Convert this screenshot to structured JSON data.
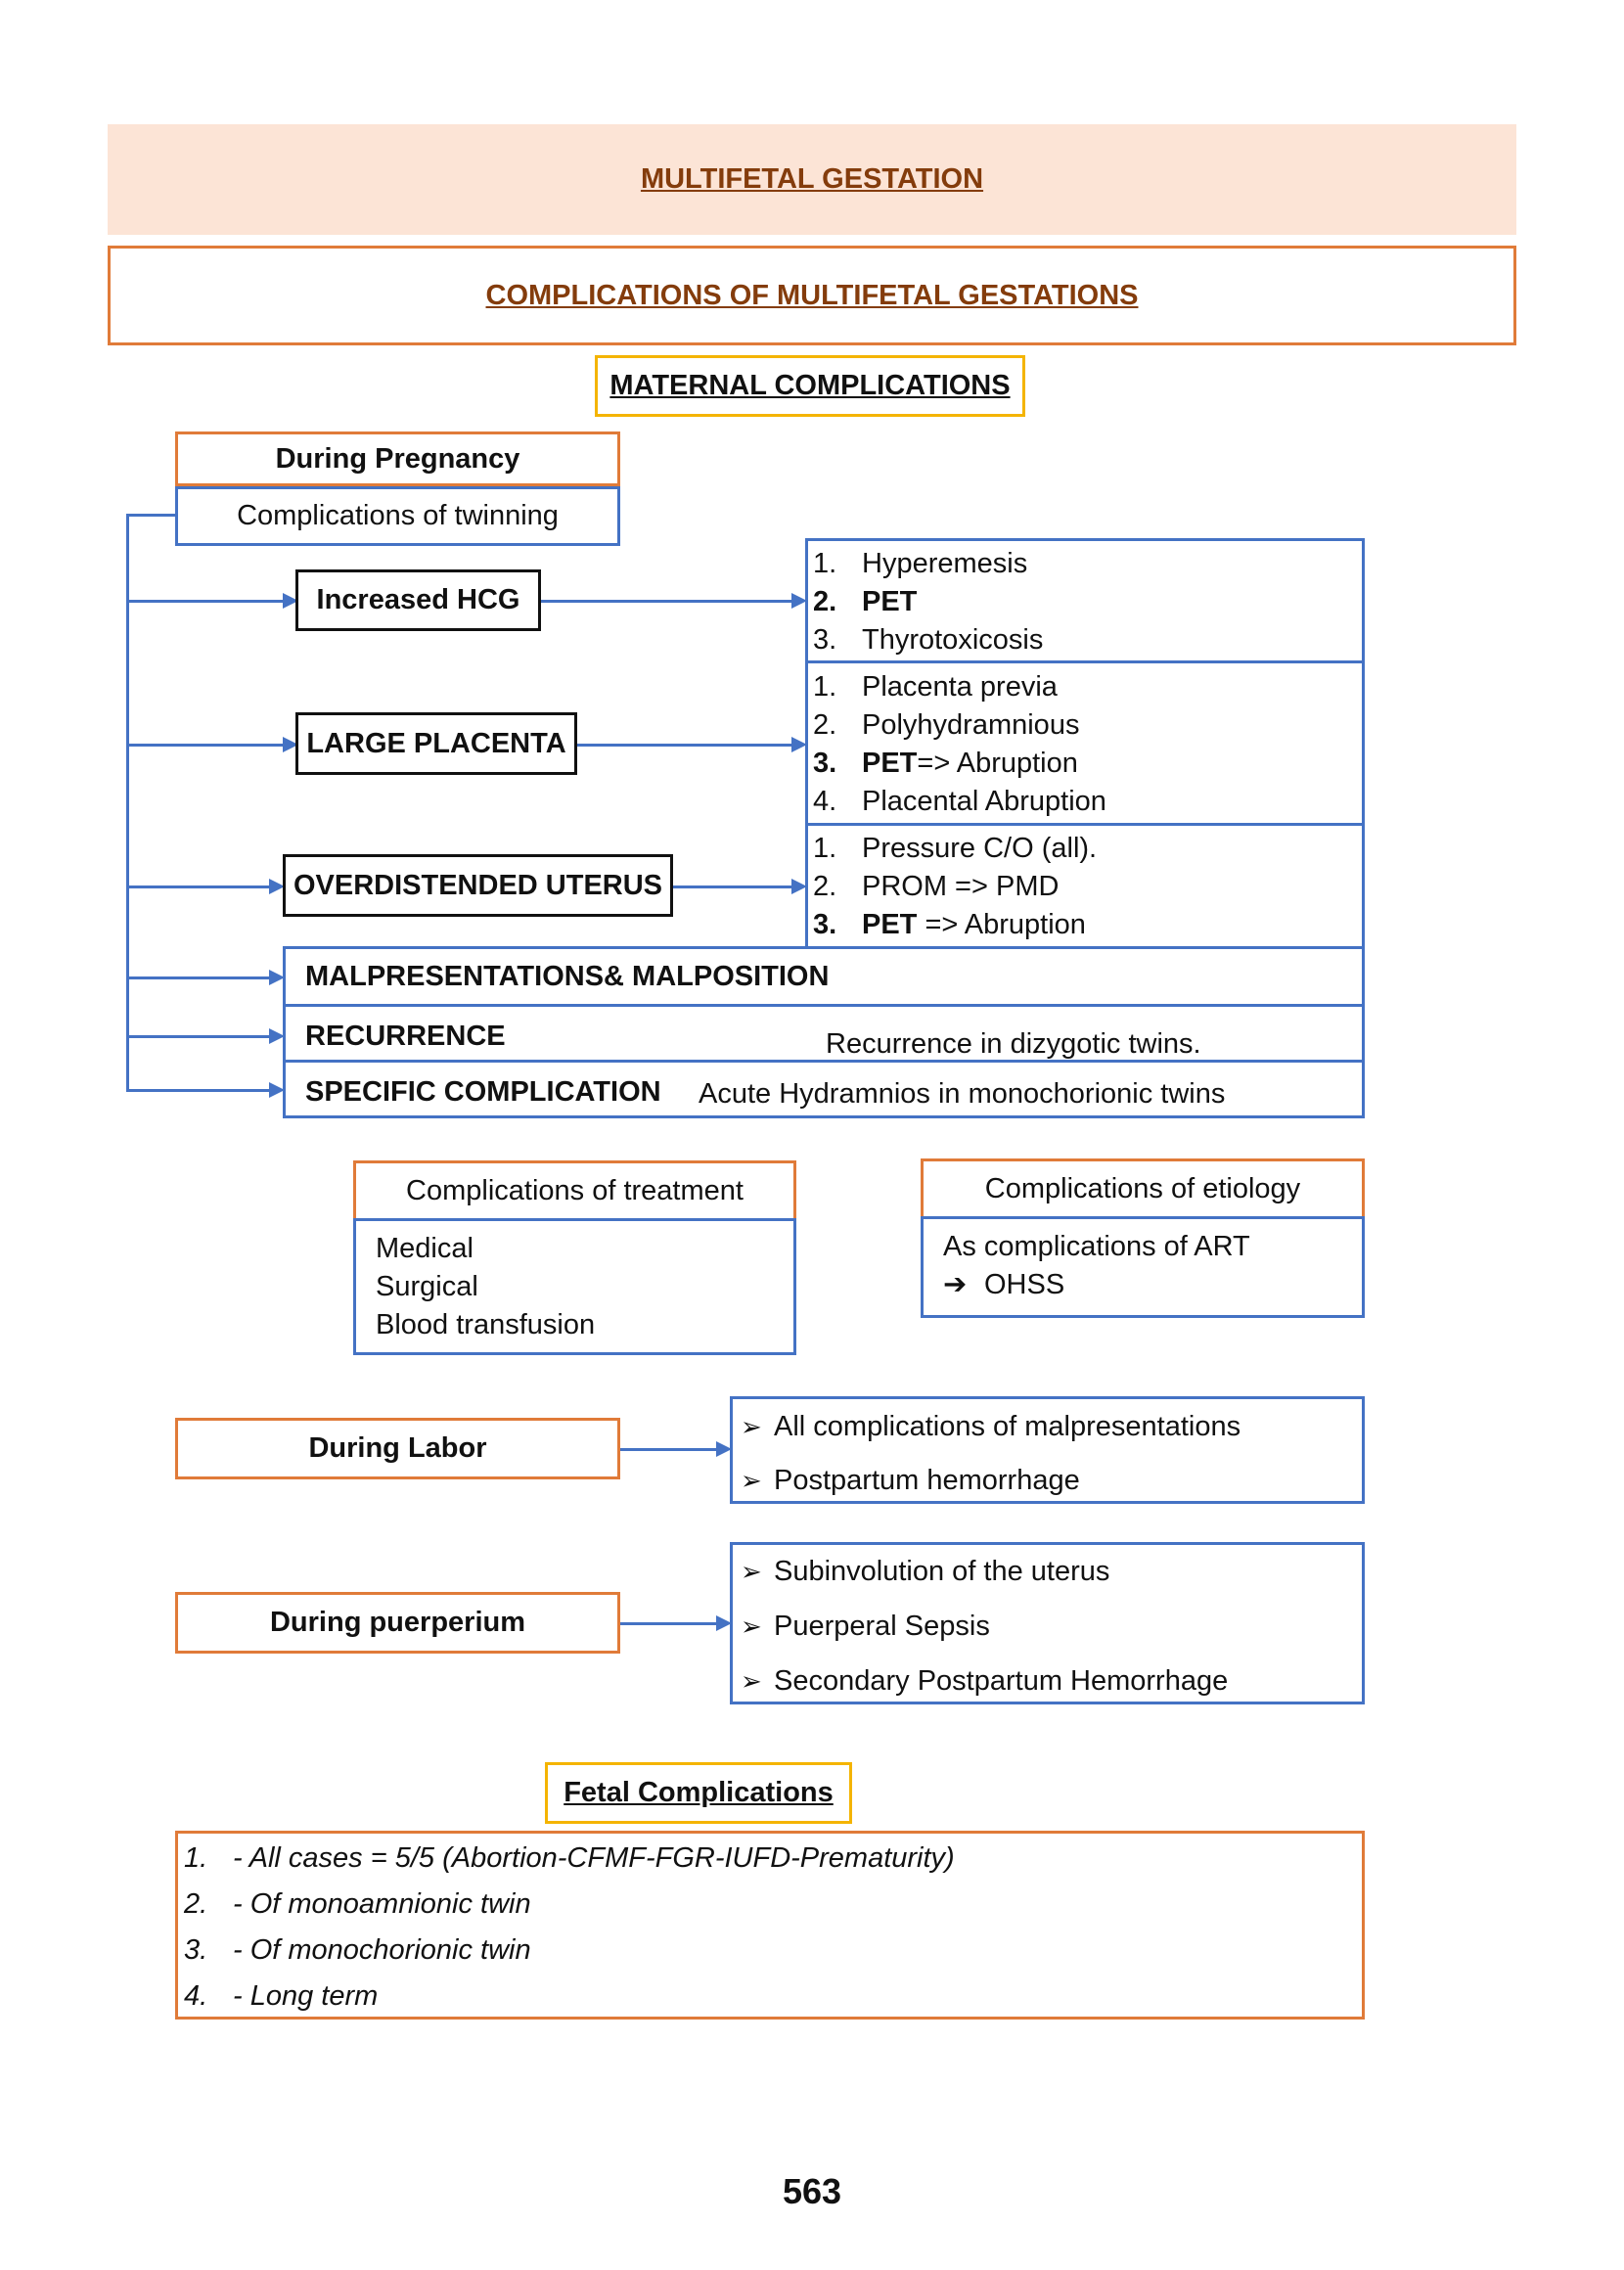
{
  "header": {
    "title": "MULTIFETAL GESTATION"
  },
  "section": {
    "title": "COMPLICATIONS OF MULTIFETAL GESTATIONS"
  },
  "maternal": {
    "title": "MATERNAL COMPLICATIONS",
    "during_pregnancy": {
      "label": "During Pregnancy",
      "sub": "Complications of twinning"
    },
    "increased_hcg": {
      "label": "Increased HCG",
      "items": [
        {
          "num": "1.",
          "text": "Hyperemesis"
        },
        {
          "num": "2.",
          "text": "PET"
        },
        {
          "num": "3.",
          "text": "Thyrotoxicosis"
        }
      ]
    },
    "large_placenta": {
      "label": "LARGE PLACENTA",
      "items": [
        {
          "num": "1.",
          "text": "Placenta previa"
        },
        {
          "num": "2.",
          "text": "Polyhydramnious"
        },
        {
          "num": "3.",
          "bold": "PET",
          "text": "=> Abruption"
        },
        {
          "num": "4.",
          "text": "Placental Abruption"
        }
      ]
    },
    "overdistended_uterus": {
      "label": "OVERDISTENDED UTERUS",
      "items": [
        {
          "num": "1.",
          "text": "Pressure C/O (all)."
        },
        {
          "num": "2.",
          "text": "PROM => PMD"
        },
        {
          "num": "3.",
          "bold": "PET",
          "text": " => Abruption"
        }
      ]
    },
    "malpresentation": {
      "label": "MALPRESENTATIONS& MALPOSITION"
    },
    "recurrence": {
      "label": "RECURRENCE",
      "desc": "Recurrence in dizygotic twins."
    },
    "specific": {
      "label": "SPECIFIC COMPLICATION",
      "desc": "Acute Hydramnios in monochorionic twins"
    },
    "treatment": {
      "title": "Complications of treatment",
      "items": [
        "Medical",
        "Surgical",
        "Blood transfusion"
      ]
    },
    "etiology": {
      "title": "Complications of etiology",
      "line1": "As complications of ART",
      "arrow": "➔",
      "line2": "OHSS"
    },
    "labor": {
      "label": "During Labor",
      "items": [
        "All complications of malpresentations",
        "Postpartum hemorrhage"
      ]
    },
    "puerperium": {
      "label": "During puerperium",
      "items": [
        "Subinvolution of the uterus",
        "Puerperal Sepsis",
        "Secondary Postpartum Hemorrhage"
      ]
    },
    "bullet": "➢"
  },
  "fetal": {
    "title": "Fetal Complications",
    "items": [
      {
        "num": "1.",
        "text": "- All cases = 5/5 (Abortion-CFMF-FGR-IUFD-Prematurity)"
      },
      {
        "num": "2.",
        "text": "- Of monoamnionic twin"
      },
      {
        "num": "3.",
        "text": "- Of monochorionic twin"
      },
      {
        "num": "4.",
        "text": "- Long term"
      }
    ]
  },
  "page_number": "563",
  "colors": {
    "orange_border": "#e07b39",
    "blue_border": "#4472c4",
    "title_brown": "#843c0c",
    "banner_fill": "#fce4d6",
    "yellow_border": "#f4b400"
  }
}
